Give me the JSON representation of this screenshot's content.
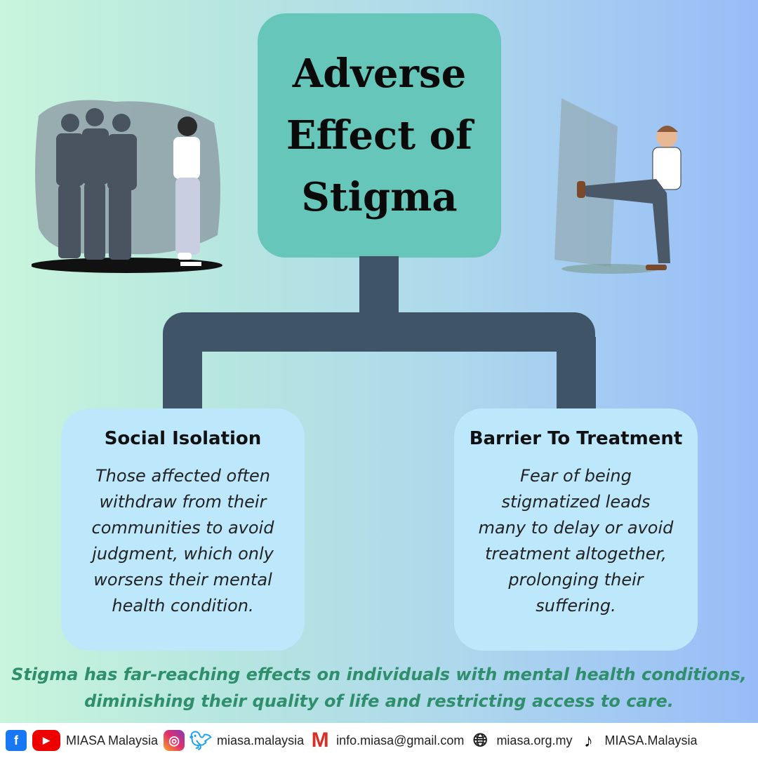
{
  "title": {
    "lines": [
      "Adverse",
      "Effect of",
      "Stigma"
    ]
  },
  "cards": [
    {
      "heading": "Social Isolation",
      "body": "Those affected often withdraw from their communities to avoid judgment, which only worsens their mental health condition."
    },
    {
      "heading": "Barrier To Treatment",
      "body": "Fear of being stigmatized leads many to delay or avoid treatment altogether, prolonging their suffering."
    }
  ],
  "summary": [
    "Stigma has far-reaching effects on individuals with mental health conditions,",
    "diminishing their quality of life and restricting access to care."
  ],
  "footer": {
    "facebook_youtube": "MIASA Malaysia",
    "instagram_twitter": "miasa.malaysia",
    "email": "info.miasa@gmail.com",
    "website": "miasa.org.my",
    "tiktok": "MIASA.Malaysia"
  },
  "colors": {
    "title_box": "#66c6b9",
    "connector": "#3f5567",
    "card": "#bde8fb",
    "summary_text": "#2f8f6c"
  }
}
